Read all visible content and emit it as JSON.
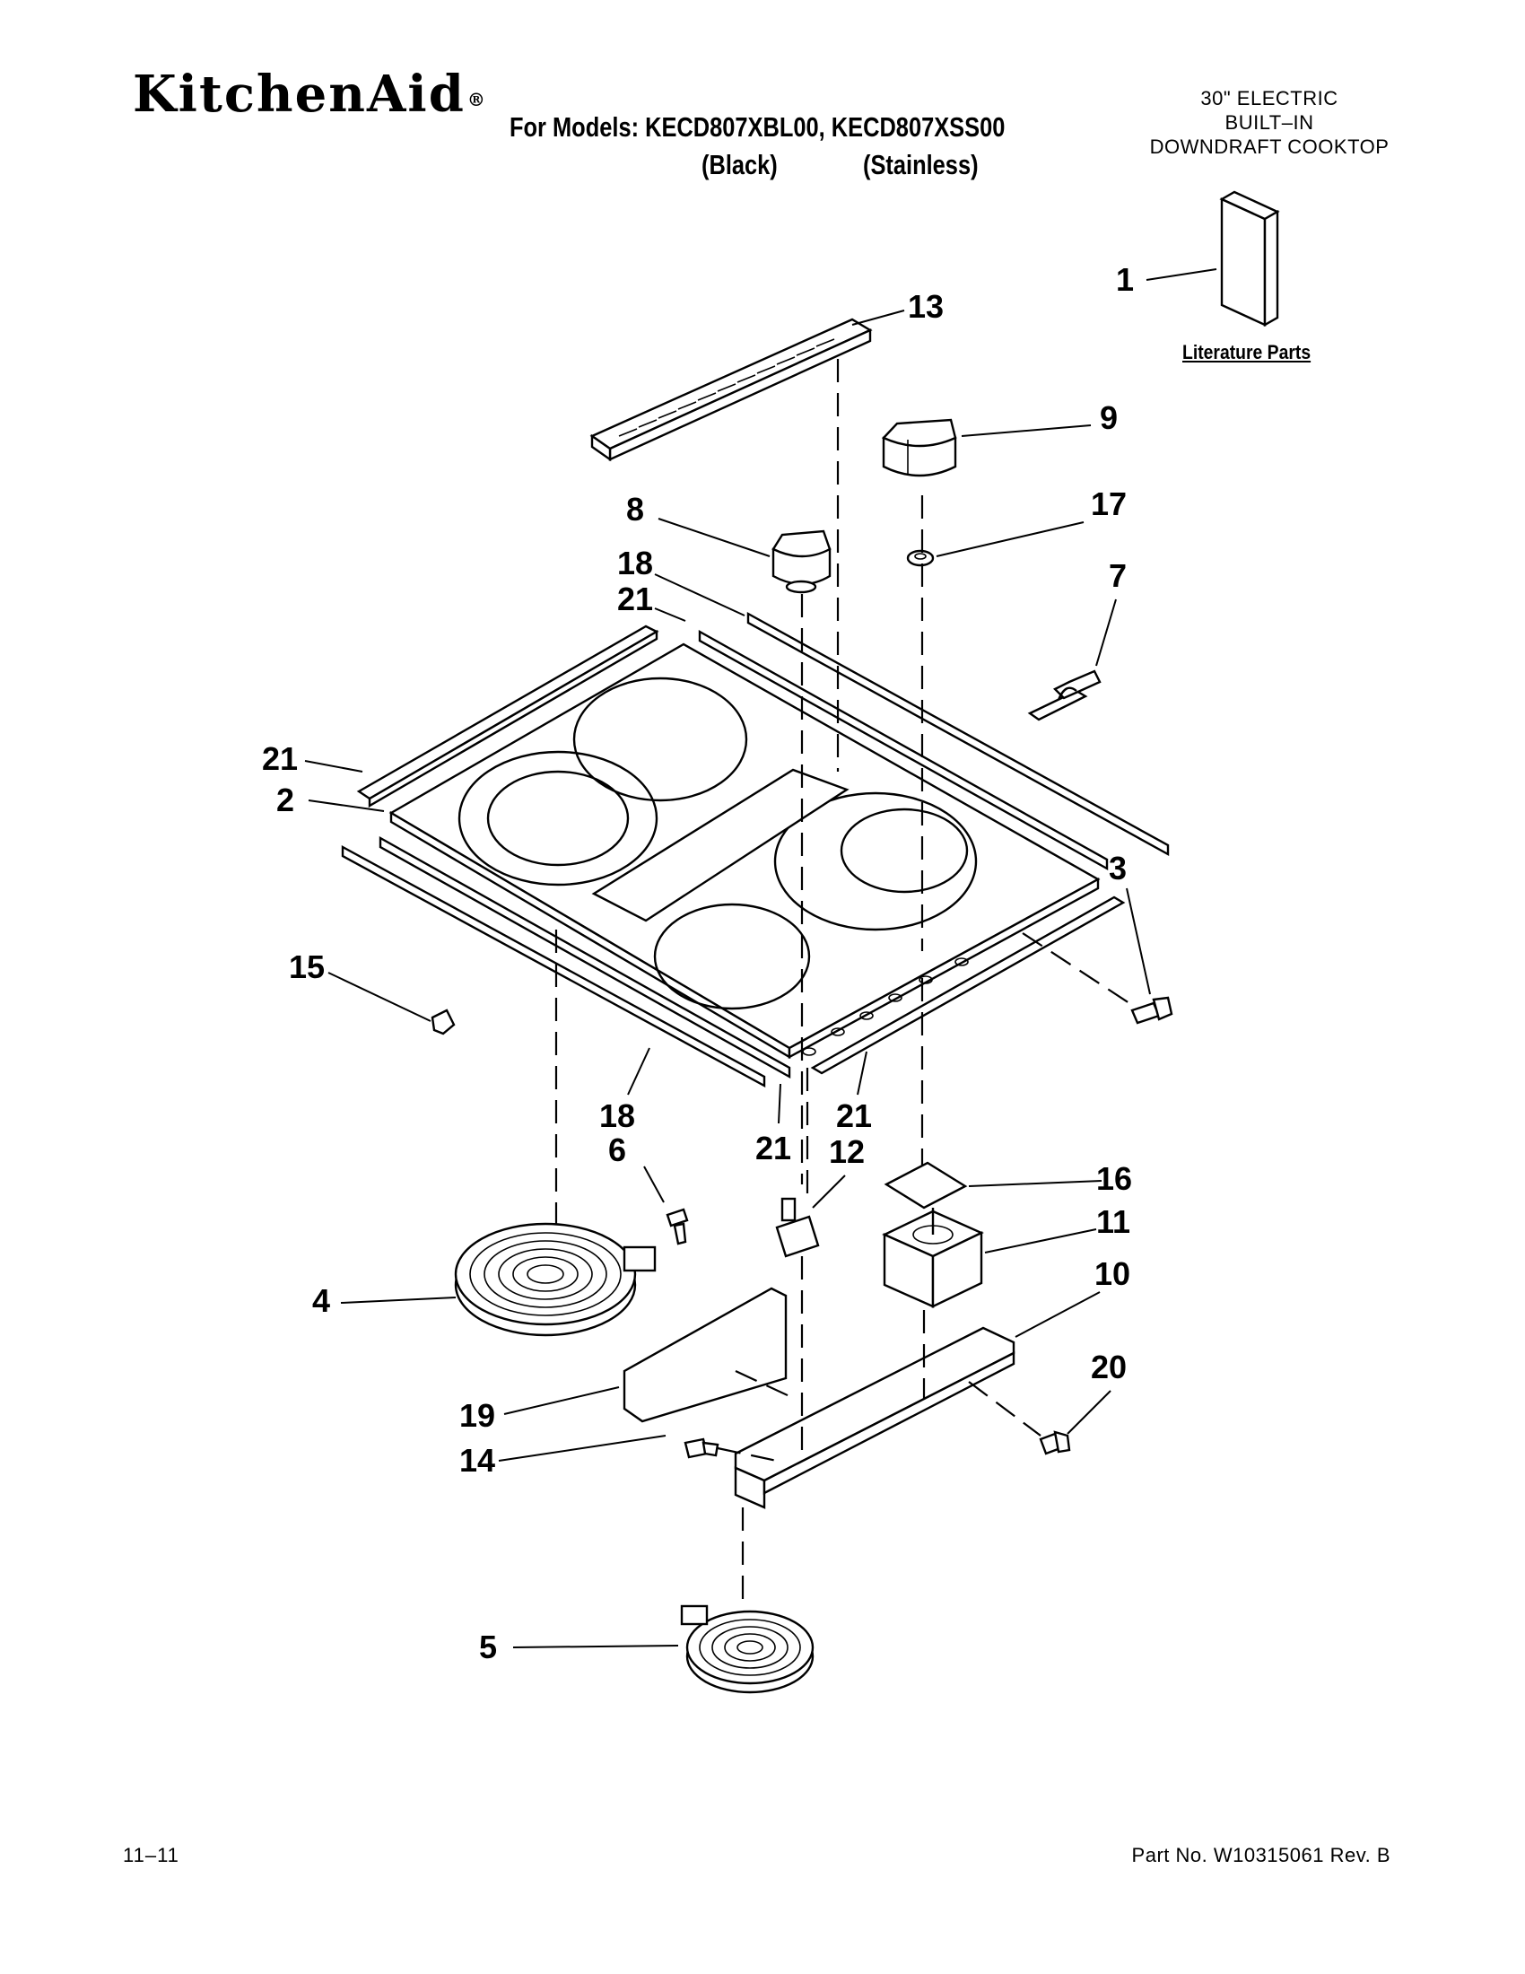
{
  "header": {
    "brand": "KitchenAid",
    "brand_mark": "®",
    "models_line": "For Models: KECD807XBL00, KECD807XSS00",
    "variant_black": "(Black)",
    "variant_stainless": "(Stainless)",
    "product_lines": [
      "30\" ELECTRIC",
      "BUILT–IN",
      "DOWNDRAFT COOKTOP"
    ]
  },
  "literature_label": "Literature Parts",
  "callouts": [
    "1",
    "13",
    "9",
    "8",
    "17",
    "18",
    "21",
    "7",
    "21",
    "2",
    "3",
    "15",
    "18",
    "6",
    "21",
    "21",
    "12",
    "16",
    "11",
    "4",
    "10",
    "20",
    "19",
    "14",
    "5"
  ],
  "footer": {
    "date": "11–11",
    "part_number": "Part No. W10315061 Rev. B"
  }
}
